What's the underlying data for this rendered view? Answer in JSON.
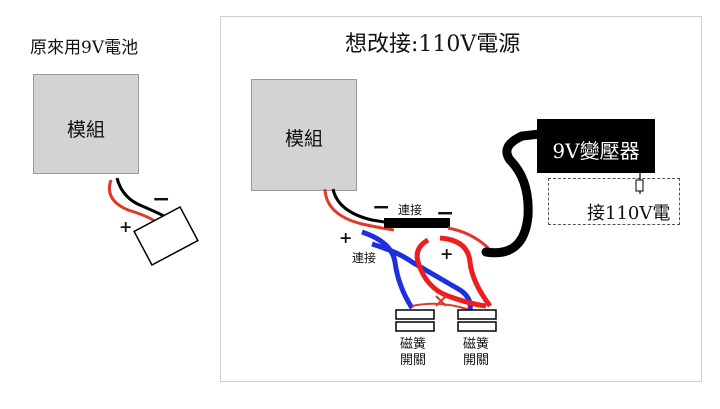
{
  "left": {
    "title": "原來用9V電池",
    "module_label": "模組",
    "minus": "−",
    "plus": "+"
  },
  "right": {
    "title": "想改接:110V電源",
    "module_label": "模組",
    "transformer_label": "9V變壓器",
    "plug_label": "接110V電",
    "connect_top": "連接",
    "connect_left": "連接",
    "minus_1": "−",
    "minus_2": "−",
    "plus_1": "+",
    "plus_2": "+",
    "switch_1": [
      "磁簧",
      "開關"
    ],
    "switch_2": [
      "磁簧",
      "開關"
    ]
  },
  "colors": {
    "module_fill": "#d3d3d3",
    "wire_black": "#000000",
    "wire_red": "#e0382a",
    "wire_blue": "#1f2fe0",
    "wire_red_bold": "#ef1d1d",
    "transformer_fill": "#000000"
  },
  "icons": [
    "battery-icon",
    "reed-switch-icon",
    "cross-mark-icon",
    "transformer-box"
  ]
}
